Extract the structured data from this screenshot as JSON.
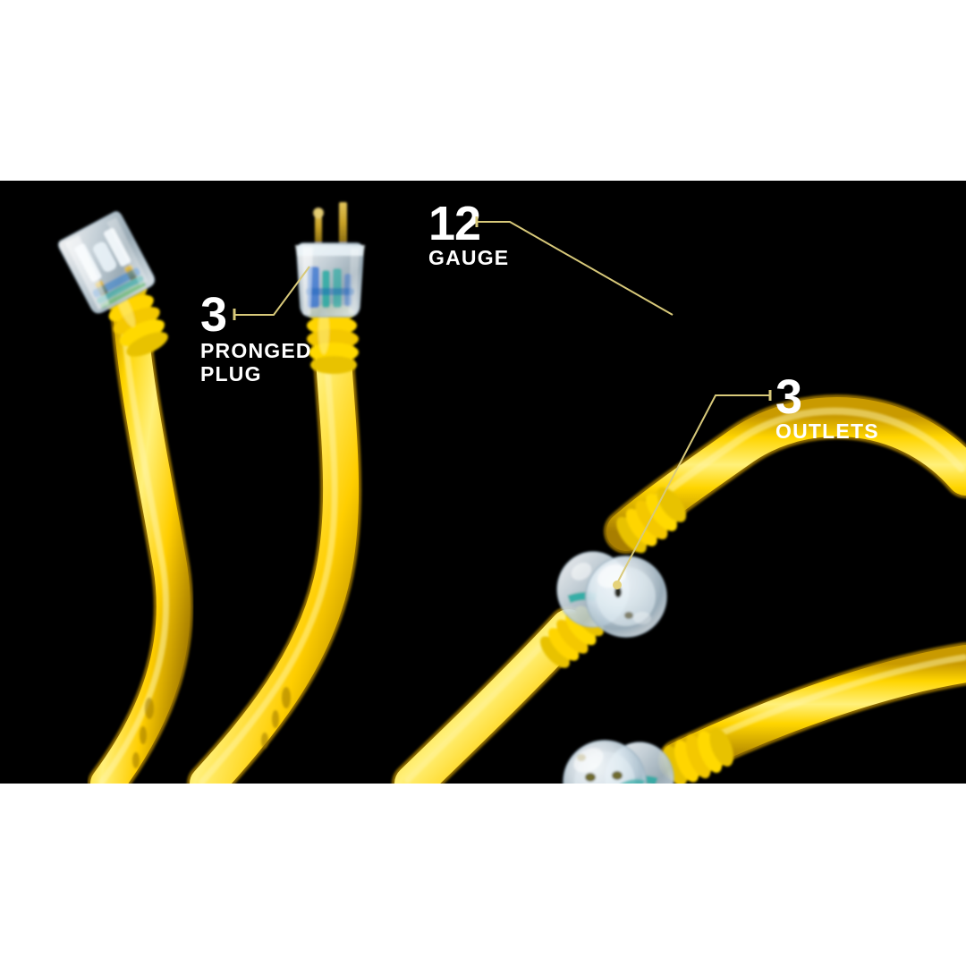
{
  "image": {
    "subject": "Yellow 12-gauge triple-outlet extension cord",
    "background_color": "#000000",
    "letterbox_color": "#ffffff",
    "cord_color": "#FFD500",
    "cord_shadow_color": "#C99A00",
    "cord_highlight_color": "#FFF07A",
    "leader_line_color": "#D8C97A",
    "text_color": "#FFFFFF",
    "connector_body_color": "#D9E4EC",
    "wire_accent_color": "#1FA9A0",
    "prong_color": "#C9A227"
  },
  "callouts": [
    {
      "id": "gauge",
      "number": "12",
      "label_line1": "GAUGE",
      "label_line2": ""
    },
    {
      "id": "pronged-plug",
      "number": "3",
      "label_line1": "PRONGED",
      "label_line2": "PLUG"
    },
    {
      "id": "outlets",
      "number": "3",
      "label_line1": "OUTLETS",
      "label_line2": ""
    }
  ],
  "parts": {
    "female_connector": "lighted female receptacle end",
    "male_plug": "3-prong lighted male plug",
    "outlet_block_upper": "lighted triple outlet block",
    "outlet_block_lower": "lighted triple outlet block"
  }
}
